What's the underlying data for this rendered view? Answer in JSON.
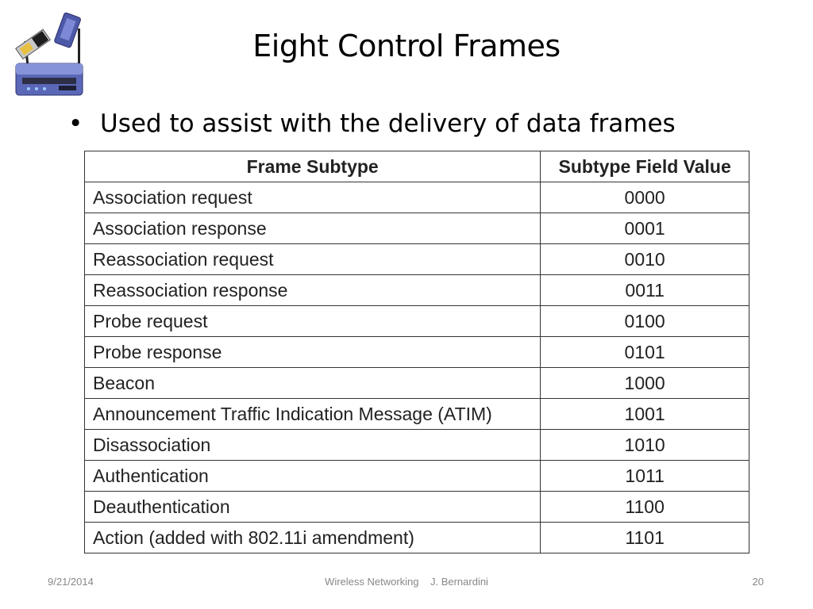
{
  "slide": {
    "title": "Eight Control Frames",
    "bullet": "Used to assist with the delivery of data frames"
  },
  "table": {
    "headers": [
      "Frame Subtype",
      "Subtype Field Value"
    ],
    "rows": [
      {
        "subtype": "Association request",
        "value": "0000"
      },
      {
        "subtype": "Association response",
        "value": "0001"
      },
      {
        "subtype": "Reassociation request",
        "value": "0010"
      },
      {
        "subtype": "Reassociation response",
        "value": "0011"
      },
      {
        "subtype": "Probe request",
        "value": "0100"
      },
      {
        "subtype": "Probe response",
        "value": "0101"
      },
      {
        "subtype": "Beacon",
        "value": "1000"
      },
      {
        "subtype": "Announcement Traffic Indication Message (ATIM)",
        "value": "1001"
      },
      {
        "subtype": "Disassociation",
        "value": "1010"
      },
      {
        "subtype": "Authentication",
        "value": "1011"
      },
      {
        "subtype": "Deauthentication",
        "value": "1100"
      },
      {
        "subtype": "Action (added with 802.11i amendment)",
        "value": "1101"
      }
    ]
  },
  "footer": {
    "date": "9/21/2014",
    "center": "Wireless Networking    J. Bernardini",
    "page": "20"
  },
  "icons": {
    "logo": "wireless-router-icon"
  }
}
